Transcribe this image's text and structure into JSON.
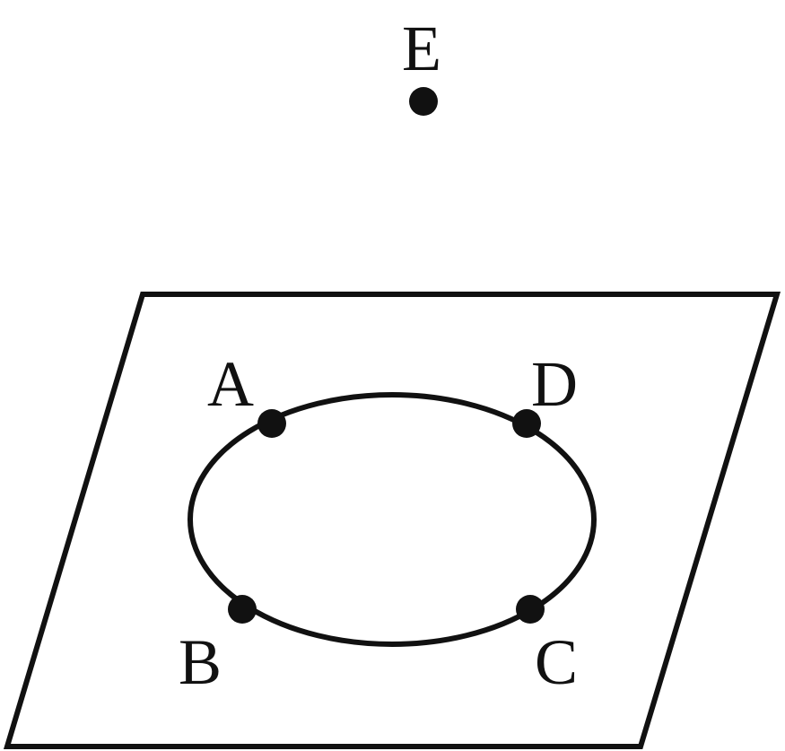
{
  "points": {
    "A": {
      "label": "A"
    },
    "B": {
      "label": "B"
    },
    "C": {
      "label": "C"
    },
    "D": {
      "label": "D"
    },
    "E": {
      "label": "E"
    }
  },
  "colors": {
    "ink": "#111111",
    "background": "#ffffff"
  }
}
